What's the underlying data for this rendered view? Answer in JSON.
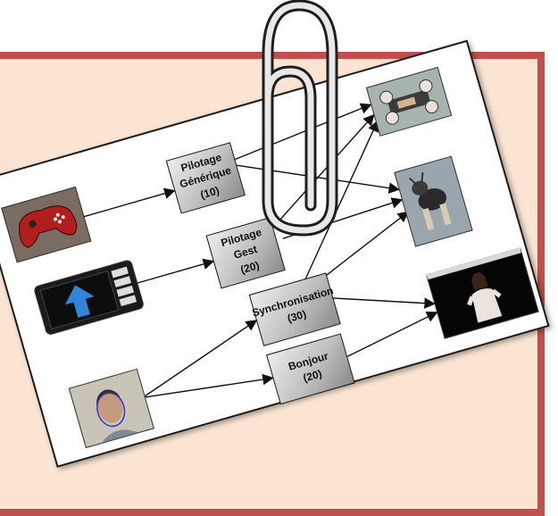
{
  "diagram": {
    "boxes": {
      "pilotage_generique": {
        "line1": "Pilotage",
        "line2": "Générique",
        "line3": "(10)"
      },
      "pilotage_gest": {
        "line1": "Pilotage",
        "line2": "Gest",
        "line3": "(20)"
      },
      "synchronisation": {
        "line1": "Synchronisation",
        "line2": "(30)"
      },
      "bonjour": {
        "line1": "Bonjour",
        "line2": "(20)"
      }
    },
    "inputs": [
      "gamepad-photo",
      "phone-arrow-photo",
      "face-tracking-photo"
    ],
    "outputs": [
      "robot-vehicle-photo",
      "robot-dog-photo",
      "avatar-render-photo"
    ]
  }
}
